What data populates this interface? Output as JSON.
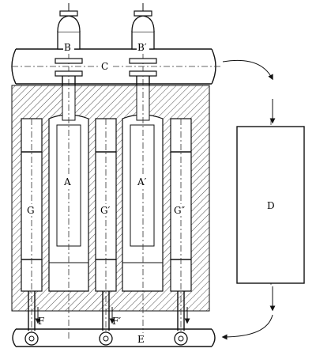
{
  "labels": {
    "A": "A",
    "A_prime": "A′",
    "B": "B",
    "B_prime": "B′",
    "C": "C",
    "D": "D",
    "E": "E",
    "F": "F",
    "F_prime": "F′",
    "G": "G",
    "G_prime": "G′",
    "G_double_prime": "G″"
  },
  "colors": {
    "ink": "#111111",
    "paper": "#ffffff"
  }
}
